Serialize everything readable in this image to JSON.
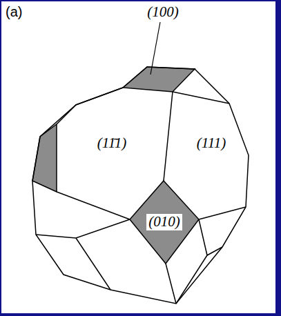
{
  "diagram": {
    "labels": [
      "(a)",
      "(100)",
      "(11̄1)",
      "(111)",
      "(010)"
    ]
  }
}
